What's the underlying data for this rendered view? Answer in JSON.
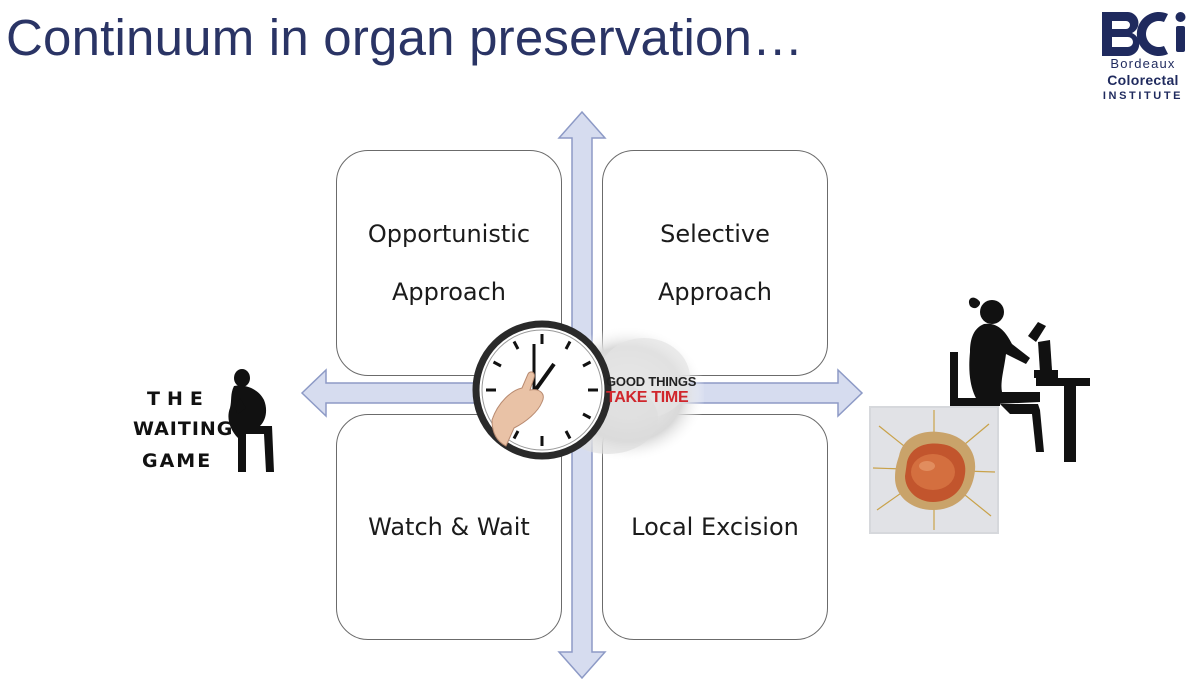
{
  "title": "Continuum in organ preservation…",
  "logo": {
    "mark_alt": "BCI logo",
    "line1": "Bordeaux",
    "line2": "Colorectal",
    "line3": "INSTITUTE",
    "color": "#1f2a5e"
  },
  "quadrants": {
    "top_left": {
      "line1": "Opportunistic",
      "line2": "Approach"
    },
    "top_right": {
      "line1": "Selective",
      "line2": "Approach"
    },
    "bottom_left": {
      "line1": "Watch & Wait"
    },
    "bottom_right": {
      "line1": "Local Excision"
    }
  },
  "center_badge": {
    "line1": "GOOD THINGS",
    "line2": "TAKE TIME",
    "accent": "#d0262c"
  },
  "waiting_game": {
    "line1": "THE",
    "line2": "WAITING",
    "line3": "GAME"
  },
  "colors": {
    "title": "#2a3465",
    "arrow_fill": "#d6dcef",
    "arrow_stroke": "#8d9ac6"
  },
  "icons": [
    "thinker-silhouette-icon",
    "clock-hand-icon",
    "microscope-scientist-icon",
    "surgical-specimen-photo"
  ]
}
